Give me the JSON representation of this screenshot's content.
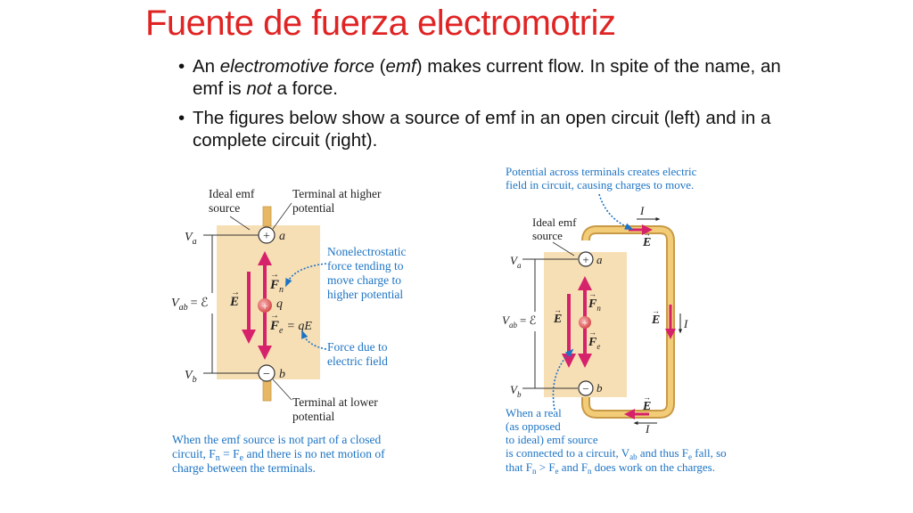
{
  "slide": {
    "title": "Fuente de fuerza electromotriz",
    "bullets": [
      {
        "bullet": "•",
        "parts": [
          "An ",
          "electromotive force",
          " (",
          "emf",
          ") makes current flow. In spite of the name, an emf is ",
          "not",
          " a force."
        ]
      },
      {
        "bullet": "•",
        "text": "The figures below show a source of emf in an open circuit (left) and in a complete circuit (right)."
      }
    ]
  },
  "left_figure": {
    "ideal_emf_source_1": "Ideal emf",
    "ideal_emf_source_2": "source",
    "terminal_higher_1": "Terminal at higher",
    "terminal_higher_2": "potential",
    "nonelectrostatic_1": "Nonelectrostatic",
    "nonelectrostatic_2": "force tending to",
    "nonelectrostatic_3": "move charge to",
    "nonelectrostatic_4": "higher potential",
    "force_due_1": "Force due to",
    "force_due_2": "electric field",
    "terminal_lower_1": "Terminal at lower",
    "terminal_lower_2": "potential",
    "va": "V",
    "va_sub": "a",
    "vb": "V",
    "vb_sub": "b",
    "vab": "V",
    "vab_sub": "ab",
    "vab_eq": "= ℰ",
    "term_a": "a",
    "term_b": "b",
    "plus": "+",
    "minus": "−",
    "charge_q": "q",
    "E_label": "E",
    "Fn_label": "F",
    "Fn_sub": "n",
    "Fe_label": "F",
    "Fe_sub": "e",
    "Fe_eq": "= qE",
    "caption_1": "When the emf source is not part of a closed",
    "caption_2a": "circuit, F",
    "caption_2b": "n",
    "caption_2c": " = F",
    "caption_2d": "e",
    "caption_2e": " and there is no net motion of",
    "caption_3": "charge between the terminals."
  },
  "right_figure": {
    "top_caption_1": "Potential across terminals creates electric",
    "top_caption_2": "field in circuit, causing charges to move.",
    "ideal_emf_1": "Ideal emf",
    "ideal_emf_2": "source",
    "current_I": "I",
    "va": "V",
    "va_sub": "a",
    "vb": "V",
    "vb_sub": "b",
    "vab": "V",
    "vab_sub": "ab",
    "vab_eq": "= ℰ",
    "term_a": "a",
    "term_b": "b",
    "plus": "+",
    "minus": "−",
    "E_label": "E",
    "Fn_label": "F",
    "Fn_sub": "n",
    "Fe_label": "F",
    "Fe_sub": "e",
    "bottom_caption_1": "When a real",
    "bottom_caption_2": "(as opposed",
    "bottom_caption_3": "to ideal) emf source",
    "bottom_caption_4a": "is connected to a circuit, V",
    "bottom_caption_4b": "ab",
    "bottom_caption_4c": " and thus F",
    "bottom_caption_4d": "e",
    "bottom_caption_4e": " fall, so",
    "bottom_caption_5a": "that F",
    "bottom_caption_5b": "n",
    "bottom_caption_5c": " > F",
    "bottom_caption_5d": "e",
    "bottom_caption_5e": " and F",
    "bottom_caption_5f": "n",
    "bottom_caption_5g": " does work on the charges."
  },
  "colors": {
    "title": "#e02424",
    "source_fill": "#f7dfb5",
    "wire": "#e6b865",
    "arrow": "#d6226b",
    "caption_blue": "#1d74c4"
  }
}
